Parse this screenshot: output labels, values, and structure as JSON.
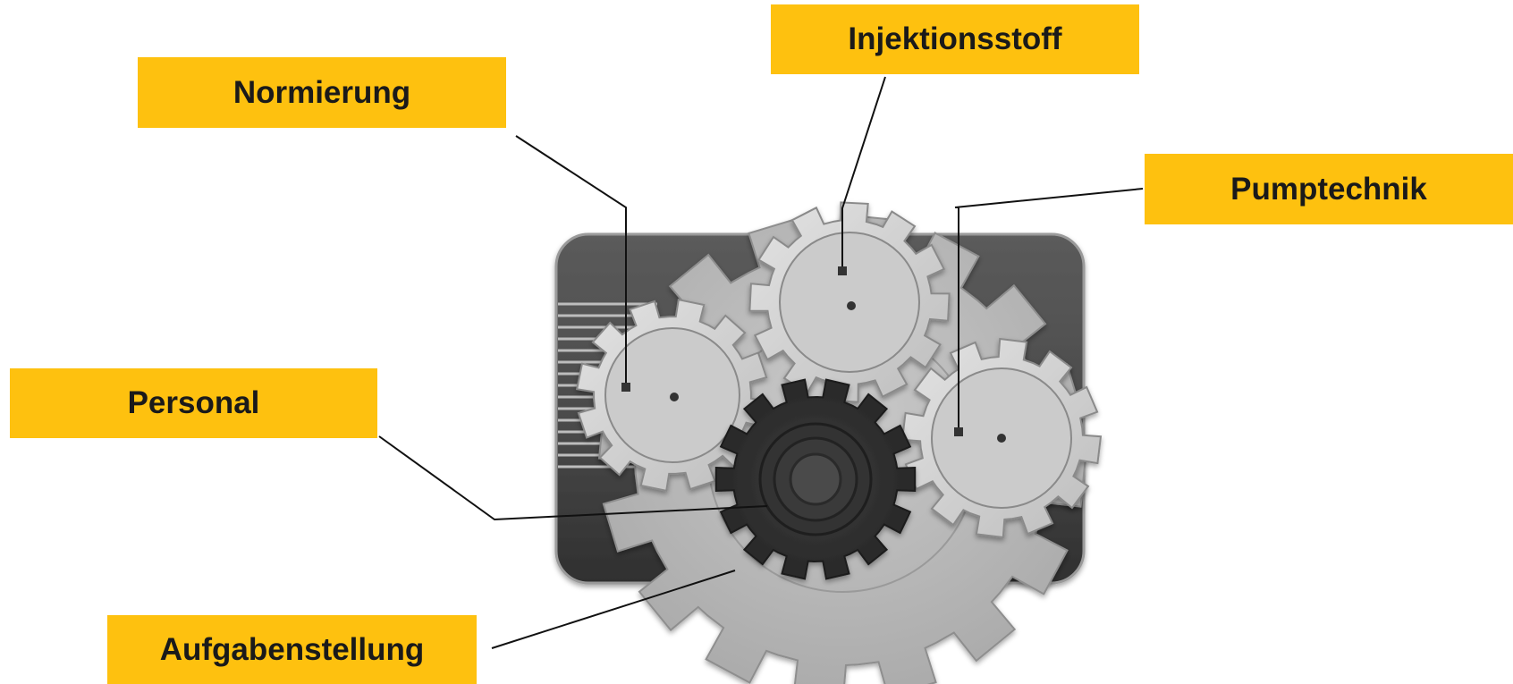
{
  "labels": {
    "normierung": "Normierung",
    "injektionsstoff": "Injektionsstoff",
    "pumptechnik": "Pumptechnik",
    "personal": "Personal",
    "aufgabenstellung": "Aufgabenstellung"
  },
  "colors": {
    "label_background": "#FEC10F",
    "label_text": "#1a1a1a",
    "panel": "#4a4a4a",
    "light_gear": "#cfcfcf",
    "dark_gear": "#2f2f2f",
    "textured_gear": "#b7b7b7",
    "leader_line": "#111111"
  },
  "icons": {
    "illustration": "gears-icon"
  }
}
